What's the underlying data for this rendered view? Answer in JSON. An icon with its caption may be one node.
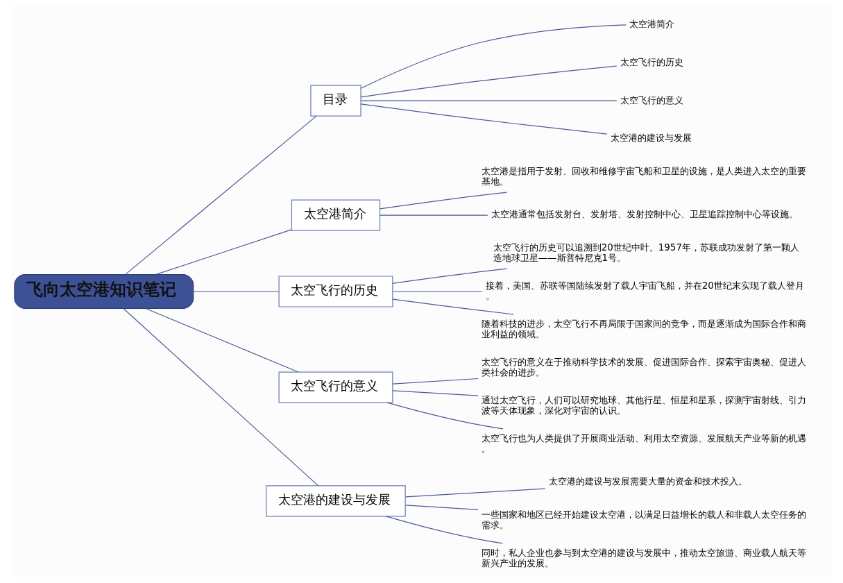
{
  "diagram": {
    "nodes": [
      {
        "text": [
          "飞向太空港知识笔记"
        ]
      },
      {
        "text": [
          "目录"
        ]
      },
      {
        "text": [
          "太空港简介"
        ]
      },
      {
        "text": [
          "太空港是指用于发射、回收和维修宇宙飞船和卫星的设施，是人类进入太空的重要基地。"
        ]
      },
      {
        "text": [
          "太空港通常包括发射台、发射塔、发射控制中心、卫星追踪控制中心等设施。"
        ]
      },
      {
        "text": [
          "太空飞行的历史"
        ]
      },
      {
        "text": [
          "太空飞行的历史可以追溯到20世纪中叶。1957年，苏联成功发射了第一颗人造地球卫星——斯普特尼克1号。"
        ]
      },
      {
        "text": [
          "接着，美国、苏联等国陆续发射了载人宇宙飞船，并在20世纪末实现了载人登月。"
        ]
      },
      {
        "text": [
          "随着科技的进步，太空飞行不再局限于国家间的竞争，而是逐渐成为国际合作和商业利益的领域。"
        ]
      },
      {
        "text": [
          "太空飞行的意义"
        ]
      },
      {
        "text": [
          "太空飞行的意义在于推动科学技术的发展、促进国际合作、探索宇宙奥秘、促进人类社会的进步。"
        ]
      },
      {
        "text": [
          "通过太空飞行，人们可以研究地球、其他行星、恒星和星系，探测宇宙射线、引力波等天体现象，深化对宇宙的认识。"
        ]
      },
      {
        "text": [
          "太空飞行也为人类提供了开展商业活动、利用太空资源、发展航天产业等新的机遇。"
        ]
      },
      {
        "text": [
          "太空港的建设与发展"
        ]
      },
      {
        "text": [
          "太空港的建设与发展需要大量的资金和技术投入。"
        ]
      },
      {
        "text": [
          "一些国家和地区已经开始建设太空港，以满足日益增长的载人和非载人太空任务的需求。"
        ]
      },
      {
        "text": [
          "同时，私人企业也参与到太空港的建设与发展中，推动太空旅游、商业载人航天等新兴产业的发展。"
        ]
      },
      {
        "text": [
          "太空港简介"
        ]
      },
      {
        "text": [
          "太空飞行的历史"
        ]
      },
      {
        "text": [
          "太空飞行的意义"
        ]
      },
      {
        "text": [
          "太空港的建设与发展"
        ]
      }
    ],
    "edges": [
      {
        "from": 0,
        "to": 1,
        "arrow": "none"
      },
      {
        "from": 1,
        "to": 17,
        "arrow": "none"
      },
      {
        "from": 1,
        "to": 18,
        "arrow": "none"
      },
      {
        "from": 1,
        "to": 19,
        "arrow": "none"
      },
      {
        "from": 1,
        "to": 20,
        "arrow": "none"
      },
      {
        "from": 0,
        "to": 2,
        "arrow": "none"
      },
      {
        "from": 2,
        "to": 3,
        "arrow": "none"
      },
      {
        "from": 2,
        "to": 4,
        "arrow": "none"
      },
      {
        "from": 0,
        "to": 5,
        "arrow": "none"
      },
      {
        "from": 5,
        "to": 6,
        "arrow": "none"
      },
      {
        "from": 5,
        "to": 7,
        "arrow": "none"
      },
      {
        "from": 5,
        "to": 8,
        "arrow": "none"
      },
      {
        "from": 0,
        "to": 9,
        "arrow": "none"
      },
      {
        "from": 9,
        "to": 10,
        "arrow": "none"
      },
      {
        "from": 9,
        "to": 11,
        "arrow": "none"
      },
      {
        "from": 9,
        "to": 12,
        "arrow": "none"
      },
      {
        "from": 0,
        "to": 13,
        "arrow": "none"
      },
      {
        "from": 13,
        "to": 14,
        "arrow": "none"
      },
      {
        "from": 13,
        "to": 15,
        "arrow": "none"
      },
      {
        "from": 13,
        "to": 16,
        "arrow": "none"
      }
    ]
  }
}
